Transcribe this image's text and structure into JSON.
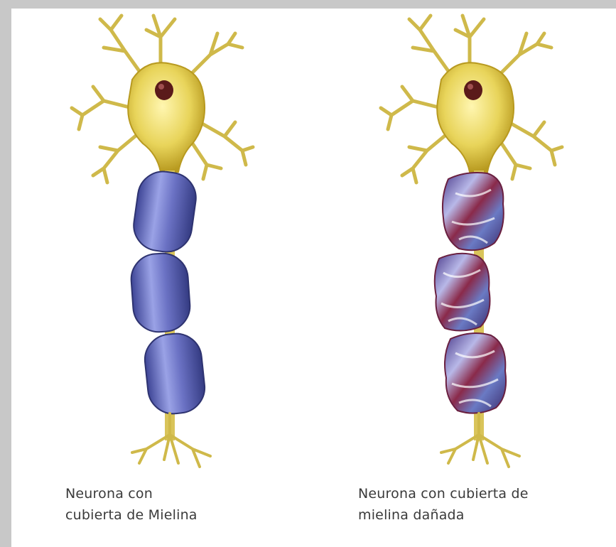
{
  "figure": {
    "left_panel": {
      "caption_line1": "Neurona con",
      "caption_line2": "cubierta de Mielina"
    },
    "right_panel": {
      "caption_line1": "Neurona con cubierta de",
      "caption_line2": "mielina dañada"
    }
  },
  "colors": {
    "cell_body": "#e8d45a",
    "nucleus": "#5a1a1a",
    "myelin_healthy": "#6b72c4",
    "myelin_damaged": "#6a5aa8",
    "damage_accent": "#8a2a4a",
    "axon": "#d9c45a"
  }
}
